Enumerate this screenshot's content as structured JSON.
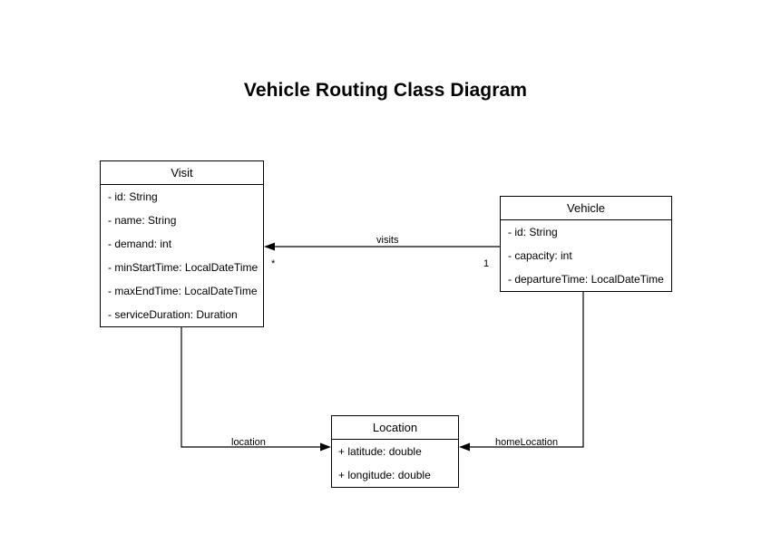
{
  "diagram": {
    "title": "Vehicle Routing Class Diagram",
    "type": "uml-class-diagram",
    "background_color": "#ffffff",
    "line_color": "#000000",
    "text_color": "#000000"
  },
  "classes": [
    {
      "name": "Visit",
      "attributes": [
        "- id: String",
        "- name: String",
        "- demand: int",
        "- minStartTime: LocalDateTime",
        "- maxEndTime: LocalDateTime",
        "- serviceDuration: Duration"
      ]
    },
    {
      "name": "Vehicle",
      "attributes": [
        "- id: String",
        "- capacity: int",
        "- departureTime: LocalDateTime"
      ]
    },
    {
      "name": "Location",
      "attributes": [
        "+ latitude: double",
        "+ longitude: double"
      ]
    }
  ],
  "relationships": [
    {
      "label": "visits",
      "from": "Vehicle",
      "to": "Visit",
      "source_multiplicity": "1",
      "target_multiplicity": "*"
    },
    {
      "label": "location",
      "from": "Visit",
      "to": "Location",
      "source_multiplicity": "",
      "target_multiplicity": ""
    },
    {
      "label": "homeLocation",
      "from": "Vehicle",
      "to": "Location",
      "source_multiplicity": "",
      "target_multiplicity": ""
    }
  ],
  "multiplicities": {
    "visit_side": "*",
    "vehicle_side": "1"
  }
}
